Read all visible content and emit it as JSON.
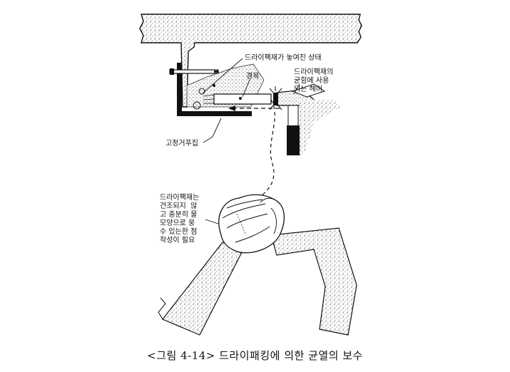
{
  "labels": {
    "placed_state": "드라이팩재가 놓여진 상태",
    "gyeongmok": "경목",
    "hammer_note": "드라이팩재의\n굳힘에 사용\n되는 해머",
    "fixing_frame": "고정거푸집",
    "hands_note": "드라이팩재는\n건조되지  않\n고 충분히 물\n모양으로 뭉\n수 있는한 점\n착성이 필요"
  },
  "caption": "<그림 4-14> 드라이패킹에 의한 균열의 보수"
}
